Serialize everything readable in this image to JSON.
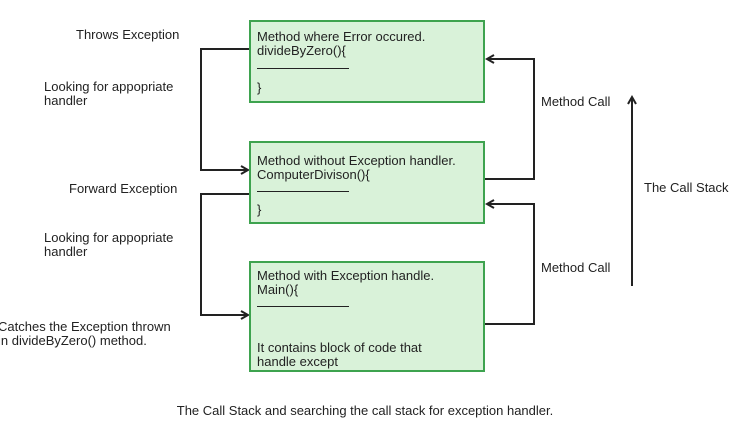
{
  "left_labels": {
    "throws_exception": "Throws Exception",
    "looking_handler_1_line1": "Looking for appopriate",
    "looking_handler_1_line2": "handler",
    "forward_exception": "Forward Exception",
    "looking_handler_2_line1": "Looking for appopriate",
    "looking_handler_2_line2": "handler",
    "catches_line1": "Catches the Exception thrown",
    "catches_line2": "in divideByZero() method."
  },
  "boxes": {
    "top": {
      "line1": "Method where Error occured.",
      "line2": "divideByZero(){",
      "closing": "}"
    },
    "middle": {
      "line1": "Method without Exception handler.",
      "line2": "ComputerDivison(){",
      "closing": "}"
    },
    "bottom": {
      "line1": "Method with Exception handle.",
      "line2": "Main(){",
      "line3": "It contains block of code that",
      "line4": "handle except"
    }
  },
  "right_labels": {
    "method_call_upper": "Method Call",
    "method_call_lower": "Method Call",
    "call_stack": "The Call Stack"
  },
  "caption": "The Call Stack and searching the call stack for exception handler.",
  "colors": {
    "box_fill": "#d9f2d9",
    "box_border": "#3ea34f",
    "line": "#222222"
  }
}
